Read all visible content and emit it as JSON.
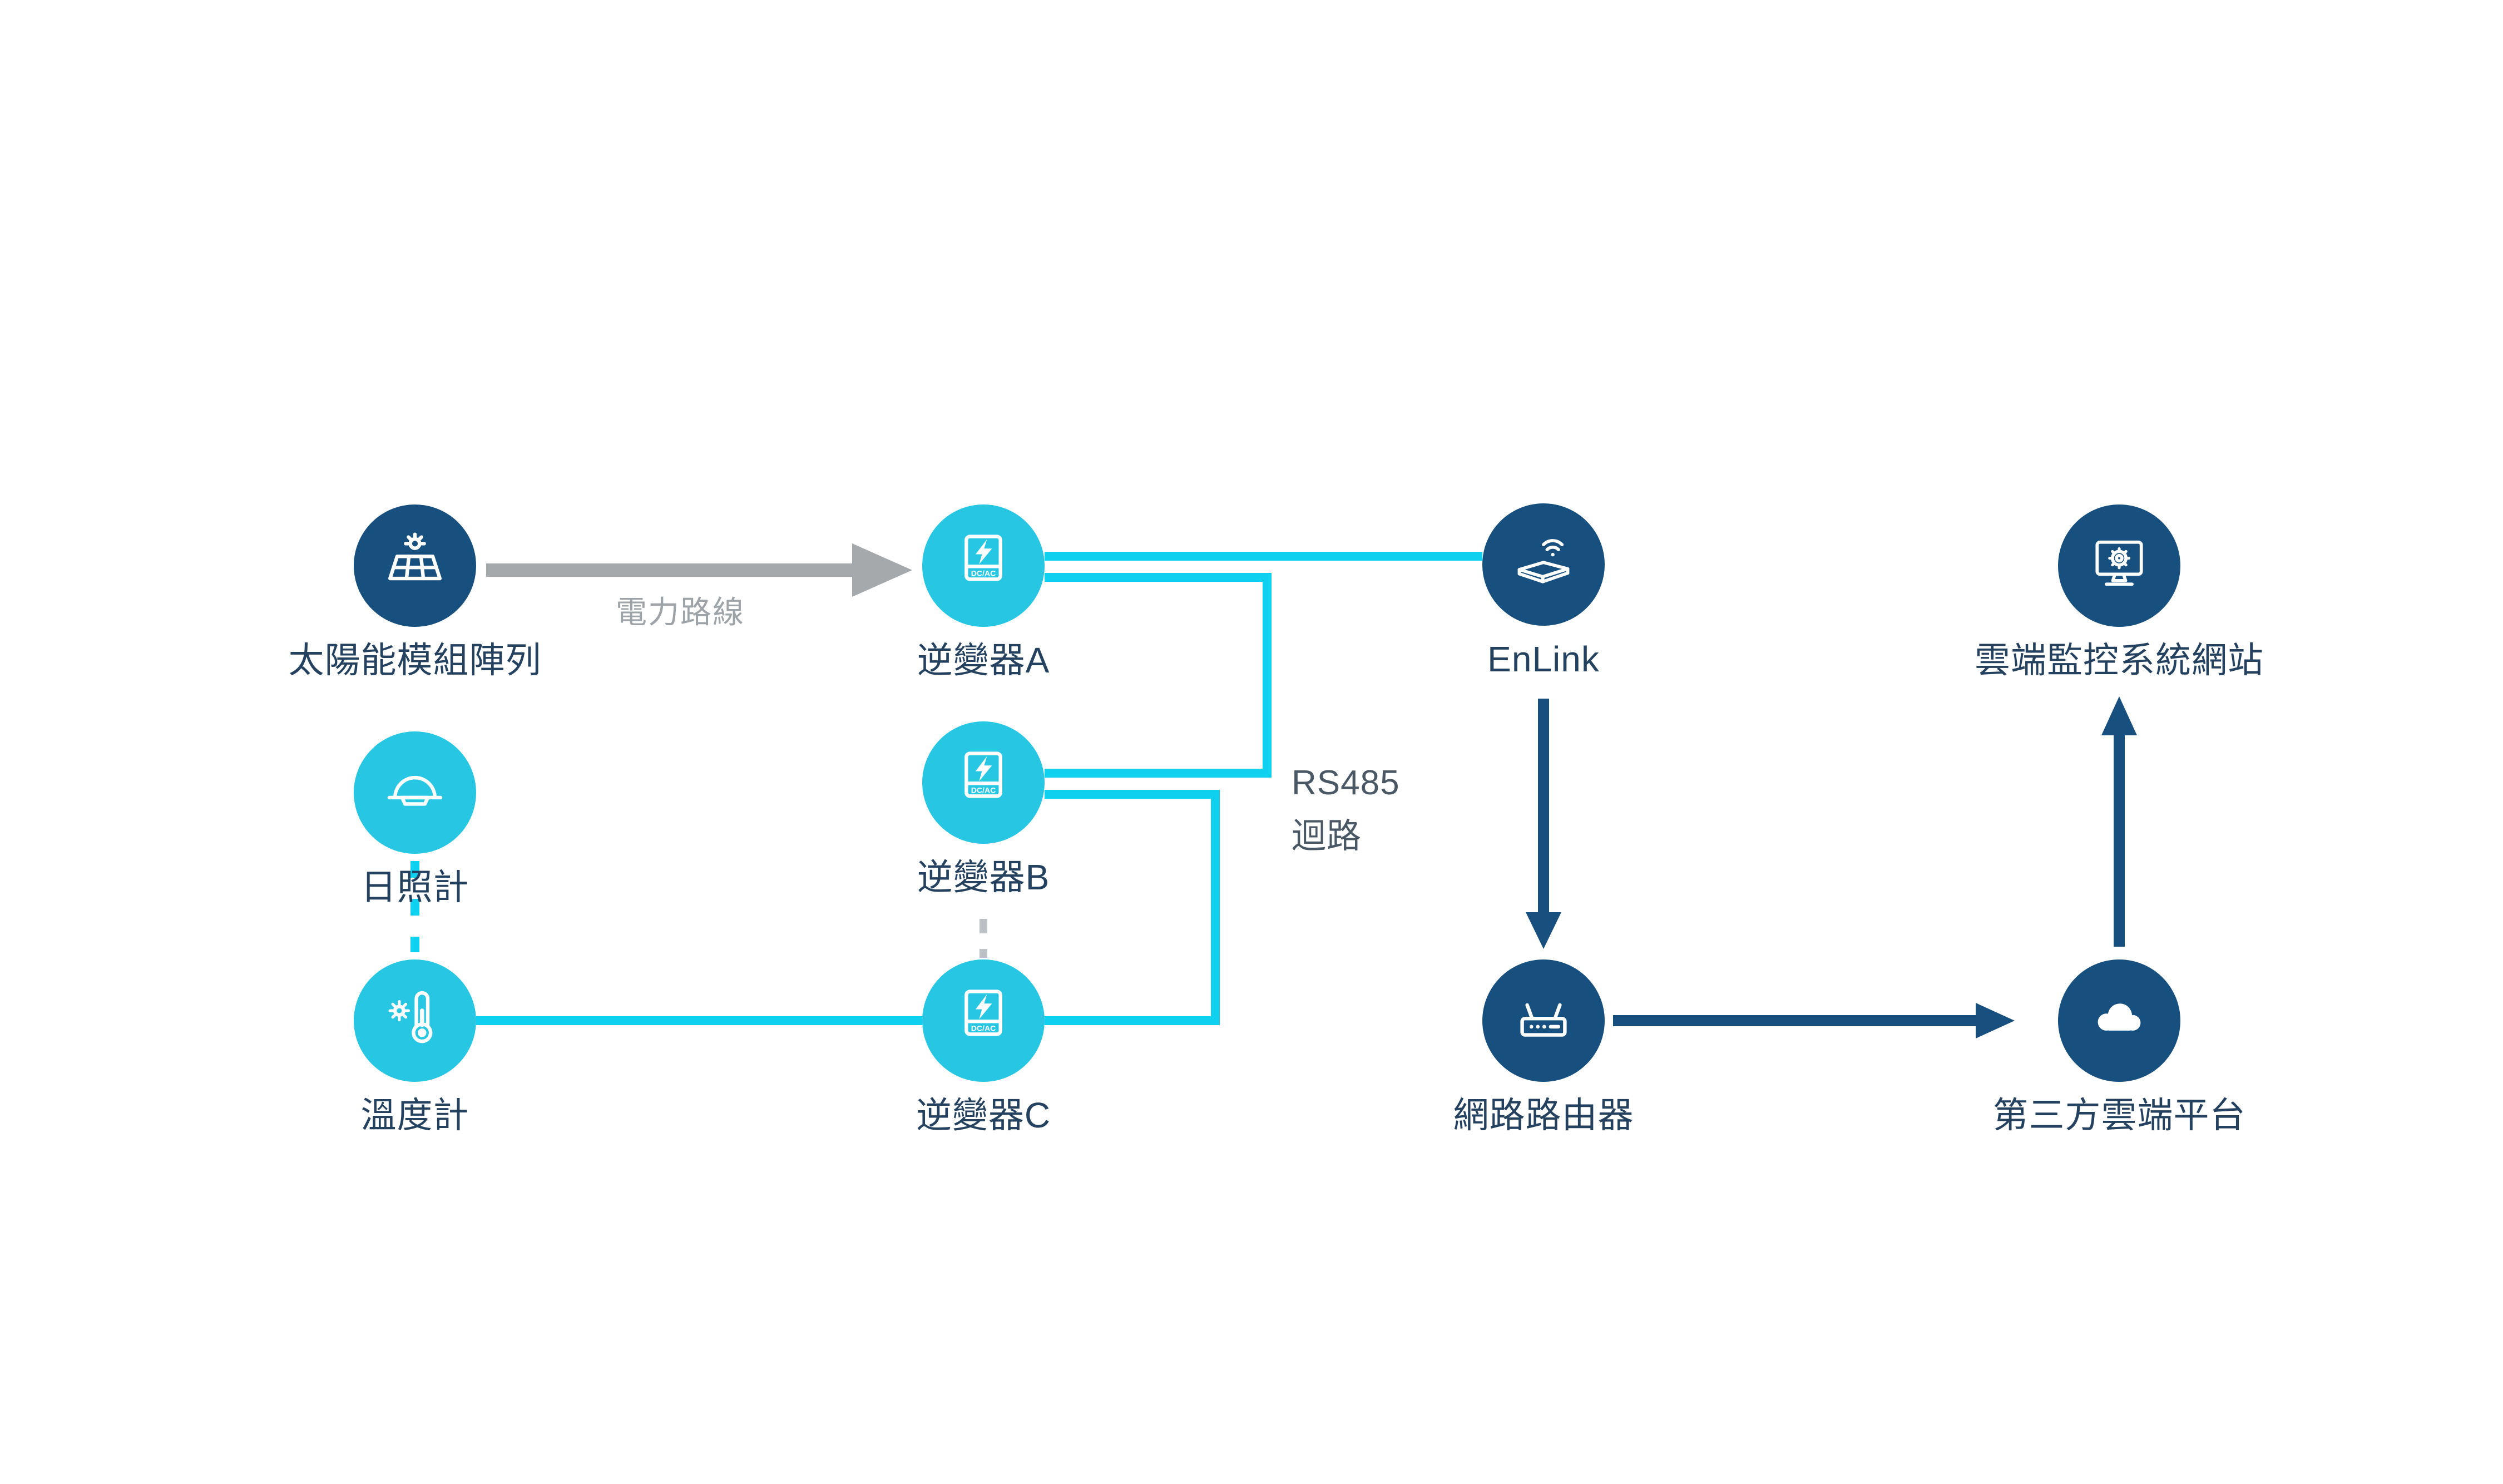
{
  "nodes": {
    "solar_array": {
      "label": "太陽能模組陣列"
    },
    "pyranometer": {
      "label": "日照計"
    },
    "thermometer": {
      "label": "溫度計"
    },
    "inverter_a": {
      "label": "逆變器A",
      "icon_text": "DC/AC"
    },
    "inverter_b": {
      "label": "逆變器B",
      "icon_text": "DC/AC"
    },
    "inverter_c": {
      "label": "逆變器C",
      "icon_text": "DC/AC"
    },
    "enlink": {
      "label": "EnLink"
    },
    "router": {
      "label": "網路路由器"
    },
    "third_party_cloud": {
      "label": "第三方雲端平台"
    },
    "cloud_monitoring_site": {
      "label": "雲端監控系統網站"
    }
  },
  "labels": {
    "power_line": "電力路線",
    "rs485": "RS485",
    "rs485_loop": "迴路"
  },
  "colors": {
    "navy": "#17507F",
    "cyan": "#27C7E4",
    "cyan_line": "#0FD1EF",
    "gray_arrow": "#A6A9AC",
    "gray_text": "#9EA3A8",
    "label_text": "#24425F",
    "background": "#FFFFFF"
  }
}
